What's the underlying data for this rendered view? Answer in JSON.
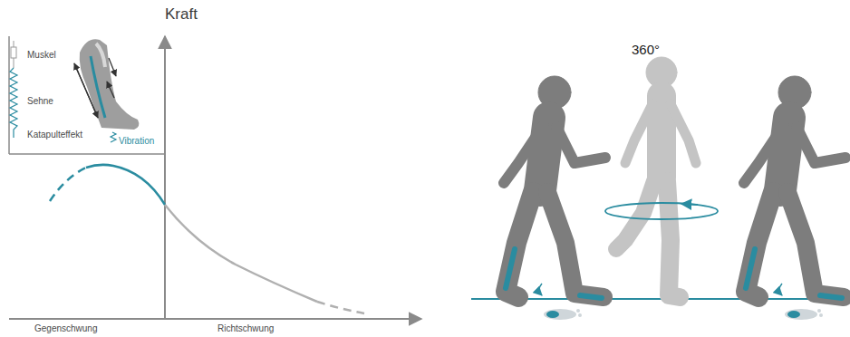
{
  "diagram": {
    "labels": [
      "Kraft",
      "Muskel",
      "Sehne",
      "Katapulteffekt",
      "Vibration",
      "Gegenschwung",
      "Richtschwung",
      "360°"
    ]
  }
}
